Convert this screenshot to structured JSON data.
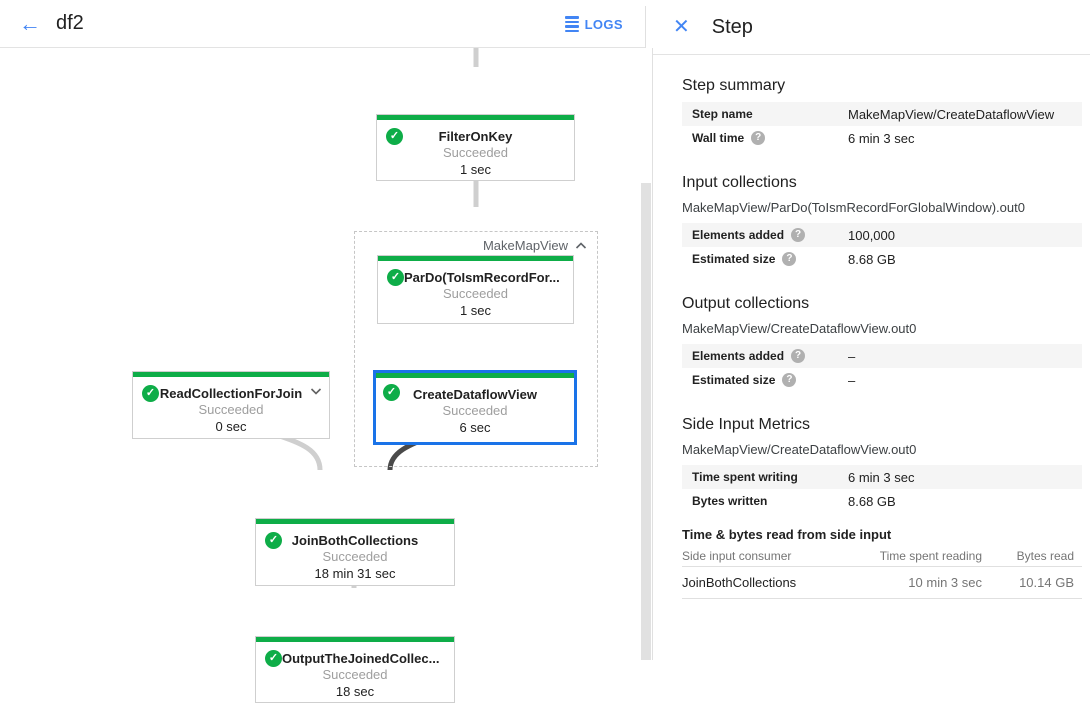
{
  "header": {
    "title": "df2",
    "logs_label": "LOGS"
  },
  "graph": {
    "group_label": "MakeMapView",
    "nodes": [
      {
        "title": "FilterOnKey",
        "status": "Succeeded",
        "time": "1 sec"
      },
      {
        "title": "ParDo(ToIsmRecordFor...",
        "status": "Succeeded",
        "time": "1 sec"
      },
      {
        "title": "CreateDataflowView",
        "status": "Succeeded",
        "time": "6 sec"
      },
      {
        "title": "ReadCollectionForJoin",
        "status": "Succeeded",
        "time": "0 sec"
      },
      {
        "title": "JoinBothCollections",
        "status": "Succeeded",
        "time": "18 min 31 sec"
      },
      {
        "title": "OutputTheJoinedCollec...",
        "status": "Succeeded",
        "time": "18 sec"
      }
    ]
  },
  "panel": {
    "title": "Step",
    "step_summary": {
      "heading": "Step summary",
      "rows": [
        {
          "label": "Step name",
          "value": "MakeMapView/CreateDataflowView"
        },
        {
          "label": "Wall time",
          "value": "6 min 3 sec"
        }
      ]
    },
    "input_collections": {
      "heading": "Input collections",
      "collection": "MakeMapView/ParDo(ToIsmRecordForGlobalWindow).out0",
      "rows": [
        {
          "label": "Elements added",
          "value": "100,000"
        },
        {
          "label": "Estimated size",
          "value": "8.68 GB"
        }
      ]
    },
    "output_collections": {
      "heading": "Output collections",
      "collection": "MakeMapView/CreateDataflowView.out0",
      "rows": [
        {
          "label": "Elements added",
          "value": "–"
        },
        {
          "label": "Estimated size",
          "value": "–"
        }
      ]
    },
    "side_input_metrics": {
      "heading": "Side Input Metrics",
      "collection": "MakeMapView/CreateDataflowView.out0",
      "rows": [
        {
          "label": "Time spent writing",
          "value": "6 min 3 sec"
        },
        {
          "label": "Bytes written",
          "value": "8.68 GB"
        }
      ]
    },
    "side_input_table": {
      "heading": "Time & bytes read from side input",
      "columns": [
        "Side input consumer",
        "Time spent reading",
        "Bytes read"
      ],
      "rows": [
        [
          "JoinBothCollections",
          "10 min 3 sec",
          "10.14 GB"
        ]
      ]
    }
  },
  "colors": {
    "success_green": "#0ead48",
    "accent_blue": "#4285f4",
    "selection_blue": "#1a73e8",
    "edge_dark": "#4a4a4a",
    "edge_light": "#cfcfcf"
  }
}
